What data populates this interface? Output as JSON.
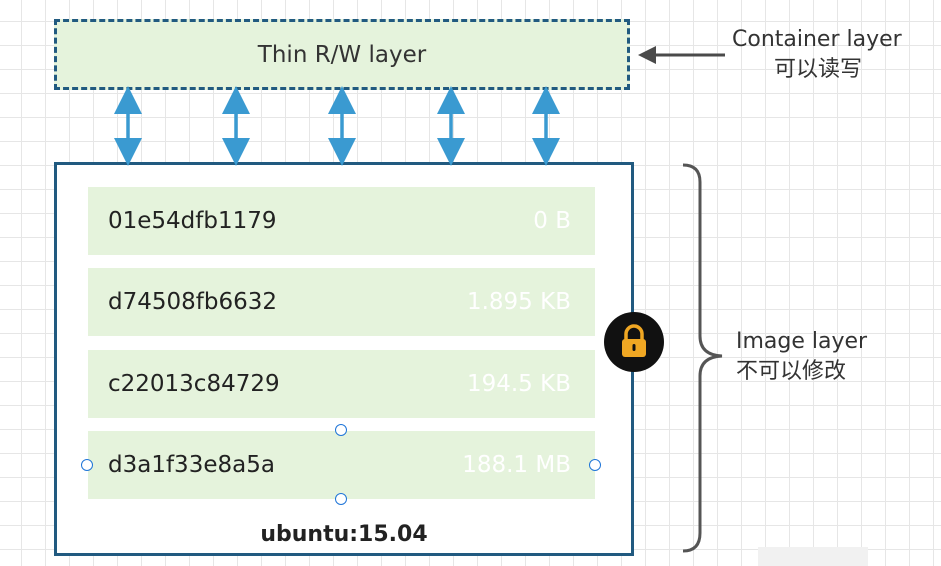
{
  "container_layer": {
    "label": "Thin R/W layer",
    "annotation_line1": "Container layer",
    "annotation_line2": "可以读写"
  },
  "image_layer": {
    "name": "ubuntu:15.04",
    "annotation_line1": "Image layer",
    "annotation_line2": "不可以修改",
    "layers": [
      {
        "id": "01e54dfb1179",
        "size": "0 B"
      },
      {
        "id": "d74508fb6632",
        "size": "1.895 KB"
      },
      {
        "id": "c22013c84729",
        "size": "194.5 KB"
      },
      {
        "id": "d3a1f33e8a5a",
        "size": "188.1 MB"
      }
    ]
  },
  "icons": {
    "lock": "lock-icon",
    "arrows": "double-arrow-icon",
    "brace": "right-brace"
  },
  "colors": {
    "border": "#215a80",
    "layer_fill": "#e5f3dc",
    "arrow": "#3a9ad1",
    "lock_body": "#f0a723"
  }
}
